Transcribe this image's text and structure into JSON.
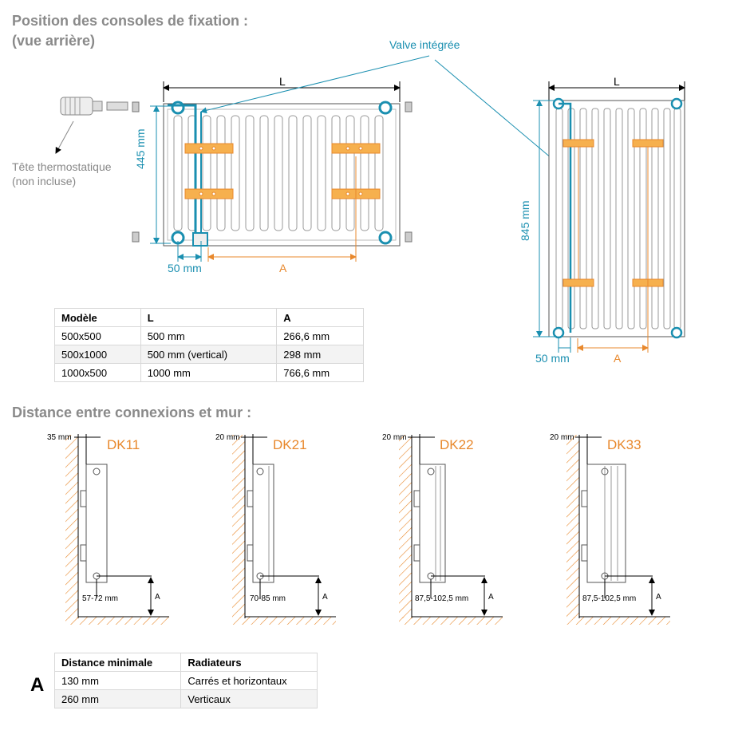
{
  "titles": {
    "positions_line1": "Position des consoles de fixation :",
    "positions_line2": "(vue arrière)",
    "distance": "Distance entre connexions et mur :"
  },
  "labels": {
    "valve": "Valve intégrée",
    "thermo_line1": "Tête thermostatique",
    "thermo_line2": "(non incluse)",
    "L": "L",
    "A": "A",
    "h445": "445 mm",
    "h845": "845 mm",
    "w50": "50 mm"
  },
  "model_table": {
    "headers": [
      "Modèle",
      "L",
      "A"
    ],
    "rows": [
      [
        "500x500",
        "500 mm",
        "266,6 mm"
      ],
      [
        "500x1000",
        "500 mm (vertical)",
        "298 mm"
      ],
      [
        "1000x500",
        "1000 mm",
        "766,6 mm"
      ]
    ]
  },
  "wall_diagrams": [
    {
      "type": "DK11",
      "wall_gap": "35 mm",
      "range": "57-72 mm",
      "a": "A"
    },
    {
      "type": "DK21",
      "wall_gap": "20 mm",
      "range": "70-85 mm",
      "a": "A"
    },
    {
      "type": "DK22",
      "wall_gap": "20 mm",
      "range": "87,5-102,5 mm",
      "a": "A"
    },
    {
      "type": "DK33",
      "wall_gap": "20 mm",
      "range": "87,5-102,5 mm",
      "a": "A"
    }
  ],
  "distance_table": {
    "marker": "A",
    "headers": [
      "Distance minimale",
      "Radiateurs"
    ],
    "rows": [
      [
        "130 mm",
        "Carrés et horizontaux"
      ],
      [
        "260 mm",
        "Verticaux"
      ]
    ]
  },
  "colors": {
    "accent_blue": "#1a8fb0",
    "accent_orange": "#e8882c",
    "heading_gray": "#8a8a8a"
  }
}
